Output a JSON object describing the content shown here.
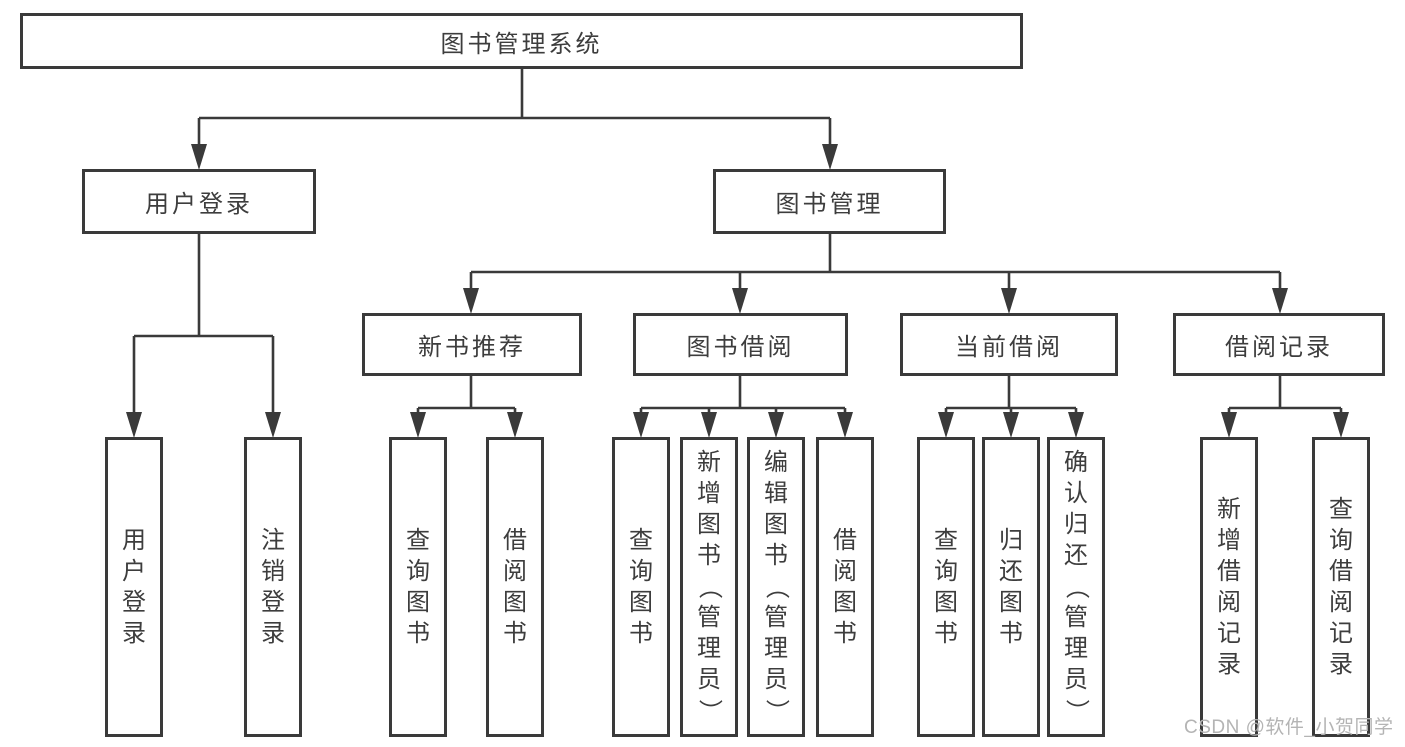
{
  "watermark": "CSDN @软件_小贺同学",
  "colors": {
    "line": "#3a3a3a",
    "text": "#3d3d3d",
    "watermark": "#b4b4b4",
    "background": "#ffffff"
  },
  "tree": {
    "label": "图书管理系统",
    "children": [
      {
        "label": "用户登录",
        "children": [
          {
            "label": "用户登录"
          },
          {
            "label": "注销登录"
          }
        ]
      },
      {
        "label": "图书管理",
        "children": [
          {
            "label": "新书推荐",
            "children": [
              {
                "label": "查询图书"
              },
              {
                "label": "借阅图书"
              }
            ]
          },
          {
            "label": "图书借阅",
            "children": [
              {
                "label": "查询图书"
              },
              {
                "label": "新增图书（管理员）"
              },
              {
                "label": "编辑图书（管理员）"
              },
              {
                "label": "借阅图书"
              }
            ]
          },
          {
            "label": "当前借阅",
            "children": [
              {
                "label": "查询图书"
              },
              {
                "label": "归还图书"
              },
              {
                "label": "确认归还（管理员）"
              }
            ]
          },
          {
            "label": "借阅记录",
            "children": [
              {
                "label": "新增借阅记录"
              },
              {
                "label": "查询借阅记录"
              }
            ]
          }
        ]
      }
    ]
  }
}
